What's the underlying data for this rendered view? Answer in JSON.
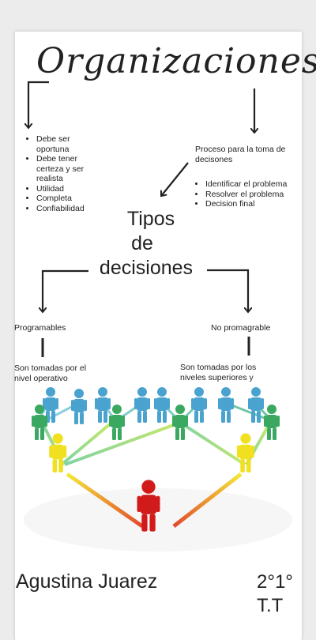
{
  "title": "Organizaciones",
  "left_list": [
    "Debe ser oportuna",
    "Debe tener certeza y ser realista",
    "Utilidad",
    "Completa",
    "Confiabilidad"
  ],
  "process": {
    "heading": "Proceso para la toma de decisones",
    "steps": [
      "Identificar el problema",
      "Resolver el problema",
      "Decision final"
    ]
  },
  "center": {
    "line1": "Tipos",
    "line2": "de",
    "line3": "decisiones"
  },
  "programables": {
    "label": "Programables",
    "desc": "Son tomadas por el nivel operativo"
  },
  "no_programables": {
    "label": "No promagrable",
    "desc": "Son tomadas por los niveles superiores y"
  },
  "footer": {
    "author": "Agustina Juarez",
    "grade_line1": "2°1°",
    "grade_line2": "T.T"
  },
  "colors": {
    "top_level": "#d11a1a",
    "middle_level": "#f0e020",
    "lower_level": "#3aa860",
    "base_level": "#4aa3cf"
  }
}
